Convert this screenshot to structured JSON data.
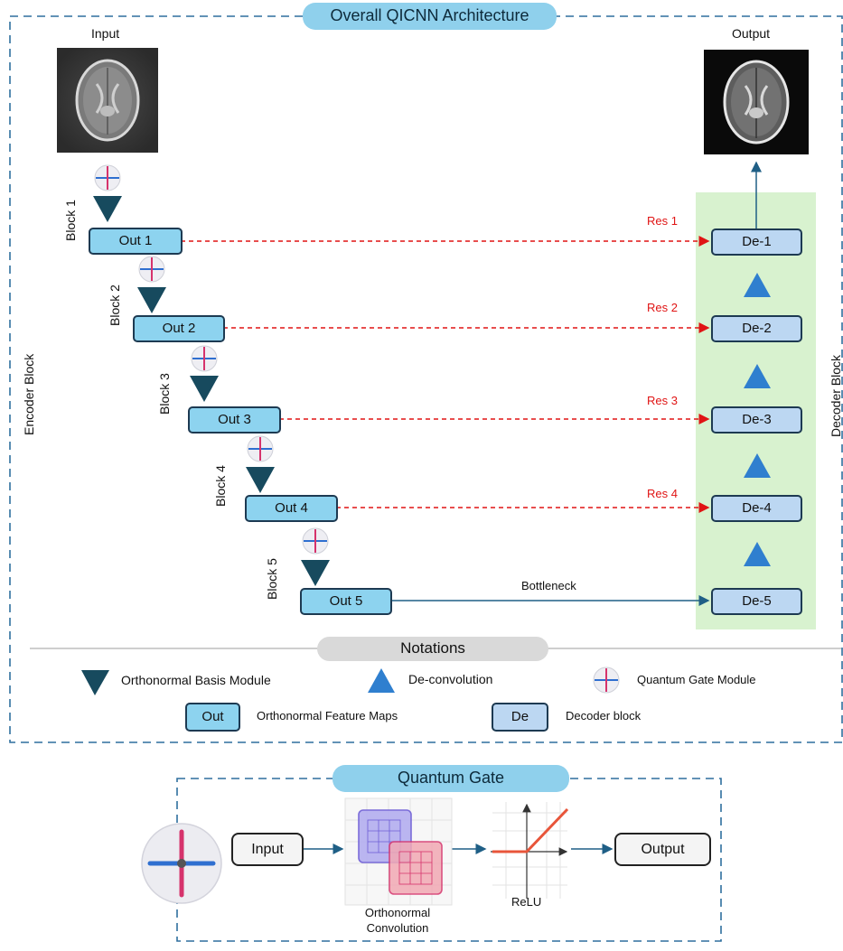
{
  "overall": {
    "title": "Overall QICNN Architecture",
    "input_label": "Input",
    "output_label": "Output",
    "encoder_label": "Encoder Block",
    "decoder_label": "Decoder Block"
  },
  "encoder": {
    "blocks": [
      "Block 1",
      "Block 2",
      "Block 3",
      "Block 4",
      "Block 5"
    ],
    "outputs": [
      "Out 1",
      "Out 2",
      "Out 3",
      "Out 4",
      "Out 5"
    ]
  },
  "decoder": {
    "blocks": [
      "De-1",
      "De-2",
      "De-3",
      "De-4",
      "De-5"
    ]
  },
  "connections": {
    "residuals": [
      "Res 1",
      "Res 2",
      "Res 3",
      "Res 4"
    ],
    "bottleneck": "Bottleneck"
  },
  "notations": {
    "title": "Notations",
    "orthonormal_basis": "Orthonormal Basis Module",
    "deconvolution": "De-convolution",
    "quantum_gate_module": "Quantum Gate Module",
    "out_symbol": "Out",
    "out_desc": "Orthonormal Feature Maps",
    "de_symbol": "De",
    "de_desc": "Decoder block"
  },
  "quantum_gate": {
    "title": "Quantum Gate",
    "input": "Input",
    "conv_line1": "Orthonormal",
    "conv_line2": "Convolution",
    "relu": "ReLU",
    "output": "Output"
  },
  "colors": {
    "frame": "#2f6f9e",
    "pill": "#8fd0ec",
    "out_fill": "#8dd3ef",
    "de_fill": "#bcd7f2",
    "decoder_panel": "#d8f2cf",
    "residual": "#e01414",
    "triangle_down": "#174a5e",
    "triangle_up": "#2f7fcf"
  }
}
